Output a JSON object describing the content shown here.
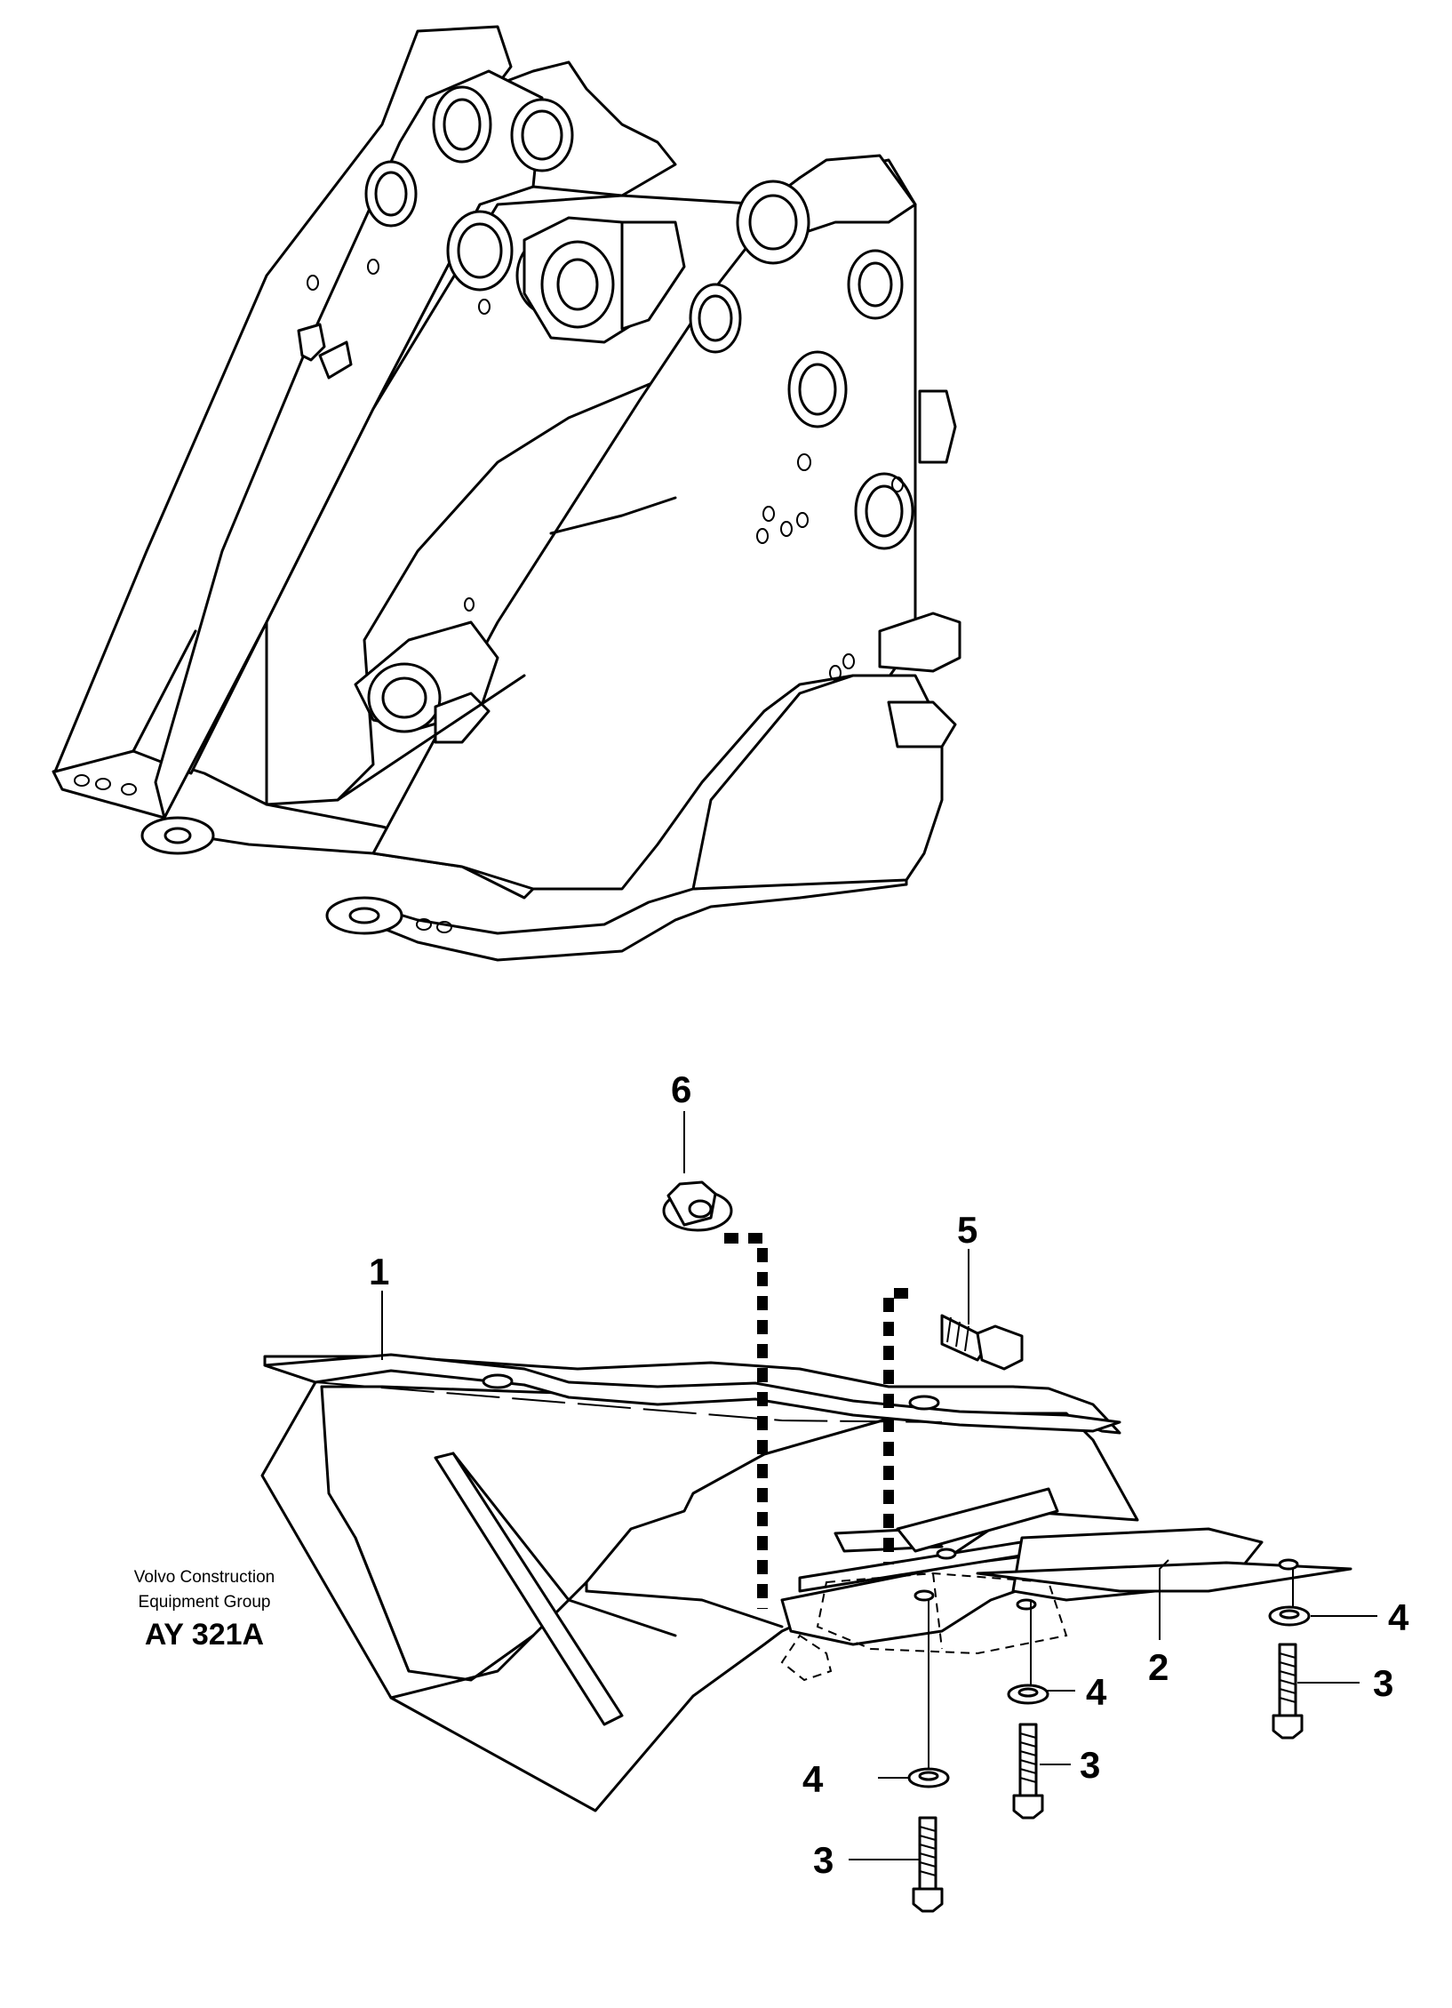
{
  "publisher": {
    "line1": "Volvo Construction",
    "line2": "Equipment Group",
    "reference": "AY 321A"
  },
  "callouts": [
    "1",
    "2",
    "3",
    "3",
    "3",
    "4",
    "4",
    "4",
    "5",
    "6"
  ]
}
